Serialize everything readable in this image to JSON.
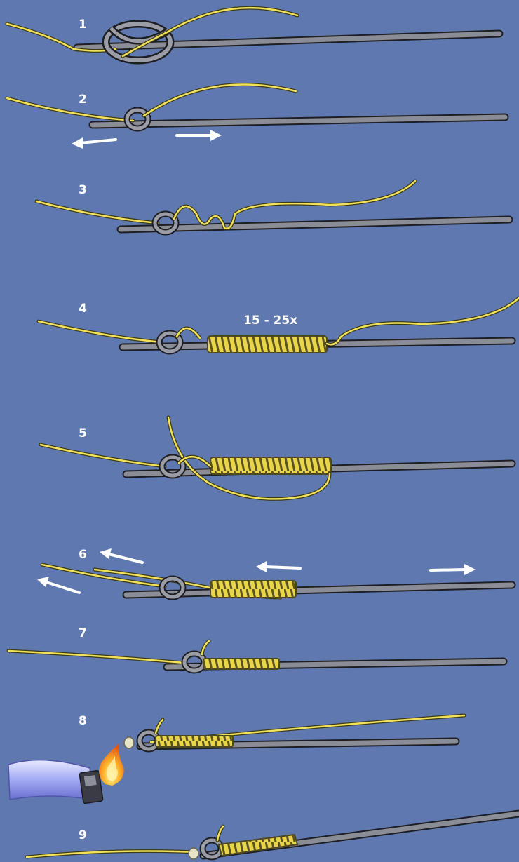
{
  "diagram": {
    "steps": [
      {
        "number": "1"
      },
      {
        "number": "2"
      },
      {
        "number": "3"
      },
      {
        "number": "4",
        "wrap_label": "15 - 25x"
      },
      {
        "number": "5"
      },
      {
        "number": "6"
      },
      {
        "number": "7"
      },
      {
        "number": "8"
      },
      {
        "number": "9"
      }
    ]
  },
  "colors": {
    "background": "#5f79b0",
    "leader": "#8a8d96",
    "line": "#f2e25a",
    "arrow": "#ffffff"
  },
  "icons": [
    "arrow-left-icon",
    "arrow-right-icon",
    "lighter-icon",
    "flame-icon"
  ]
}
